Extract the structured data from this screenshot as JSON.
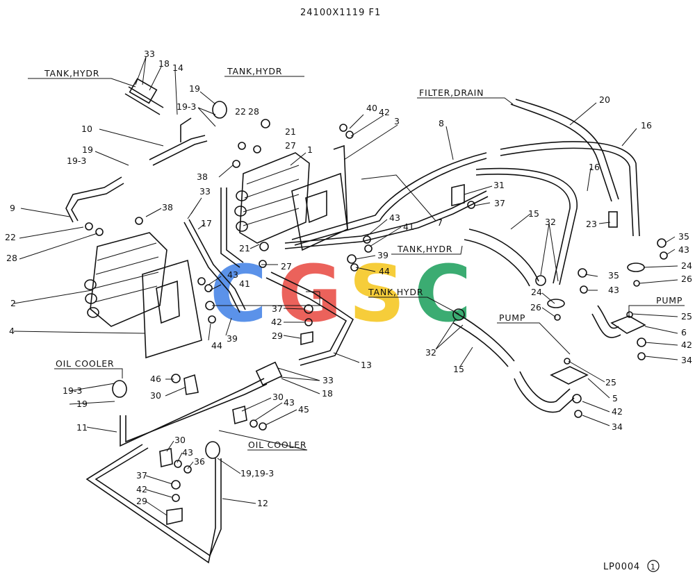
{
  "title": "24100X1119 F1",
  "code": "LP0004",
  "code_circle": "1",
  "watermark": {
    "letters": [
      "C",
      "G",
      "S",
      "C"
    ],
    "colors": [
      "#3f7fe6",
      "#e8473f",
      "#f5c518",
      "#1a9e5a"
    ]
  },
  "labels": [
    {
      "id": "tank-hydr-a",
      "text": "TANK,HYDR"
    },
    {
      "id": "tank-hydr-b",
      "text": "TANK,HYDR"
    },
    {
      "id": "filter-drain",
      "text": "FILTER,DRAIN"
    },
    {
      "id": "tank-hydr-c",
      "text": "TANK,HYDR"
    },
    {
      "id": "tank-hydr-d",
      "text": "TANK,HYDR"
    },
    {
      "id": "pump-a",
      "text": "PUMP"
    },
    {
      "id": "pump-b",
      "text": "PUMP"
    },
    {
      "id": "oil-cooler-a",
      "text": "OIL COOLER"
    },
    {
      "id": "oil-cooler-b",
      "text": "OIL COOLER"
    }
  ],
  "callouts": [
    {
      "text": "33"
    },
    {
      "text": "18"
    },
    {
      "text": "14"
    },
    {
      "text": "19"
    },
    {
      "text": "19-3"
    },
    {
      "text": "22"
    },
    {
      "text": "28"
    },
    {
      "text": "21"
    },
    {
      "text": "27"
    },
    {
      "text": "40"
    },
    {
      "text": "42"
    },
    {
      "text": "3"
    },
    {
      "text": "10"
    },
    {
      "text": "19"
    },
    {
      "text": "19-3"
    },
    {
      "text": "1"
    },
    {
      "text": "38"
    },
    {
      "text": "8"
    },
    {
      "text": "20"
    },
    {
      "text": "16"
    },
    {
      "text": "16"
    },
    {
      "text": "9"
    },
    {
      "text": "38"
    },
    {
      "text": "33"
    },
    {
      "text": "17"
    },
    {
      "text": "22"
    },
    {
      "text": "28"
    },
    {
      "text": "31"
    },
    {
      "text": "37"
    },
    {
      "text": "7"
    },
    {
      "text": "43"
    },
    {
      "text": "41"
    },
    {
      "text": "15"
    },
    {
      "text": "32"
    },
    {
      "text": "23"
    },
    {
      "text": "35"
    },
    {
      "text": "43"
    },
    {
      "text": "21"
    },
    {
      "text": "39"
    },
    {
      "text": "27"
    },
    {
      "text": "44"
    },
    {
      "text": "43"
    },
    {
      "text": "41"
    },
    {
      "text": "35"
    },
    {
      "text": "24"
    },
    {
      "text": "43"
    },
    {
      "text": "26"
    },
    {
      "text": "2"
    },
    {
      "text": "24"
    },
    {
      "text": "26"
    },
    {
      "text": "37"
    },
    {
      "text": "42"
    },
    {
      "text": "25"
    },
    {
      "text": "4"
    },
    {
      "text": "44"
    },
    {
      "text": "39"
    },
    {
      "text": "29"
    },
    {
      "text": "13"
    },
    {
      "text": "6"
    },
    {
      "text": "42"
    },
    {
      "text": "32"
    },
    {
      "text": "15"
    },
    {
      "text": "34"
    },
    {
      "text": "33"
    },
    {
      "text": "46"
    },
    {
      "text": "18"
    },
    {
      "text": "25"
    },
    {
      "text": "19-3"
    },
    {
      "text": "19"
    },
    {
      "text": "30"
    },
    {
      "text": "30"
    },
    {
      "text": "43"
    },
    {
      "text": "45"
    },
    {
      "text": "5"
    },
    {
      "text": "42"
    },
    {
      "text": "34"
    },
    {
      "text": "11"
    },
    {
      "text": "30"
    },
    {
      "text": "43"
    },
    {
      "text": "36"
    },
    {
      "text": "19,19-3"
    },
    {
      "text": "37"
    },
    {
      "text": "42"
    },
    {
      "text": "29"
    },
    {
      "text": "12"
    }
  ]
}
